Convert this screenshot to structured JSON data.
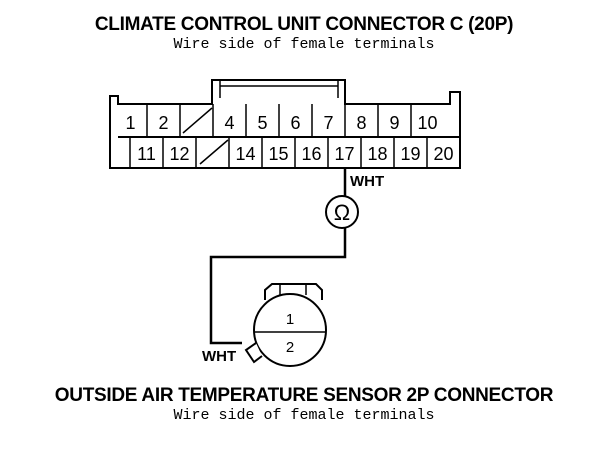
{
  "top_connector": {
    "title": "CLIMATE CONTROL UNIT CONNECTOR C (20P)",
    "subtitle": "Wire side of female terminals",
    "row1": [
      "1",
      "2",
      "",
      "4",
      "5",
      "6",
      "7",
      "8",
      "9",
      "10"
    ],
    "row2": [
      "",
      "11",
      "12",
      "",
      "14",
      "15",
      "16",
      "17",
      "18",
      "19",
      "20"
    ]
  },
  "meter_symbol": "Ω",
  "wire_labels": {
    "upper": "WHT",
    "lower": "WHT"
  },
  "sensor": {
    "title": "OUTSIDE AIR TEMPERATURE SENSOR 2P CONNECTOR",
    "subtitle": "Wire side of female terminals",
    "pins": [
      "1",
      "2"
    ]
  }
}
